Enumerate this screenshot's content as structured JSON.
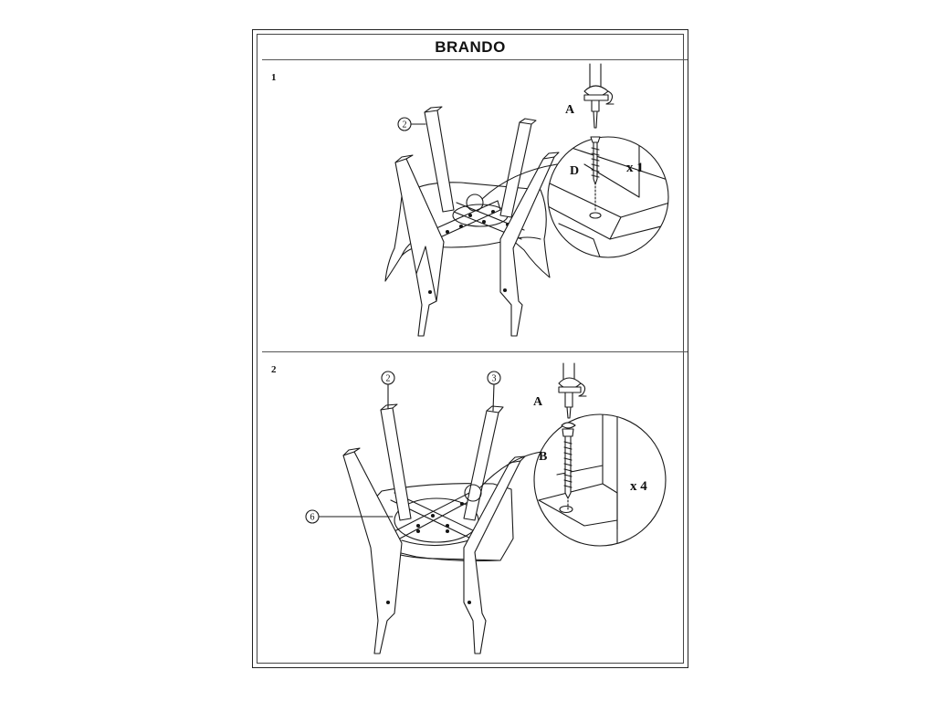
{
  "title": "BRANDO",
  "steps": [
    {
      "number": "1",
      "part_callouts": [
        "2"
      ],
      "hardware": [
        {
          "letter": "A",
          "item": "screwdriver"
        },
        {
          "letter": "D",
          "item": "screw",
          "quantity": "x 1"
        }
      ]
    },
    {
      "number": "2",
      "part_callouts": [
        "2",
        "3",
        "6"
      ],
      "hardware": [
        {
          "letter": "A",
          "item": "screwdriver"
        },
        {
          "letter": "B",
          "item": "bolt",
          "quantity": "x 4"
        }
      ]
    }
  ]
}
